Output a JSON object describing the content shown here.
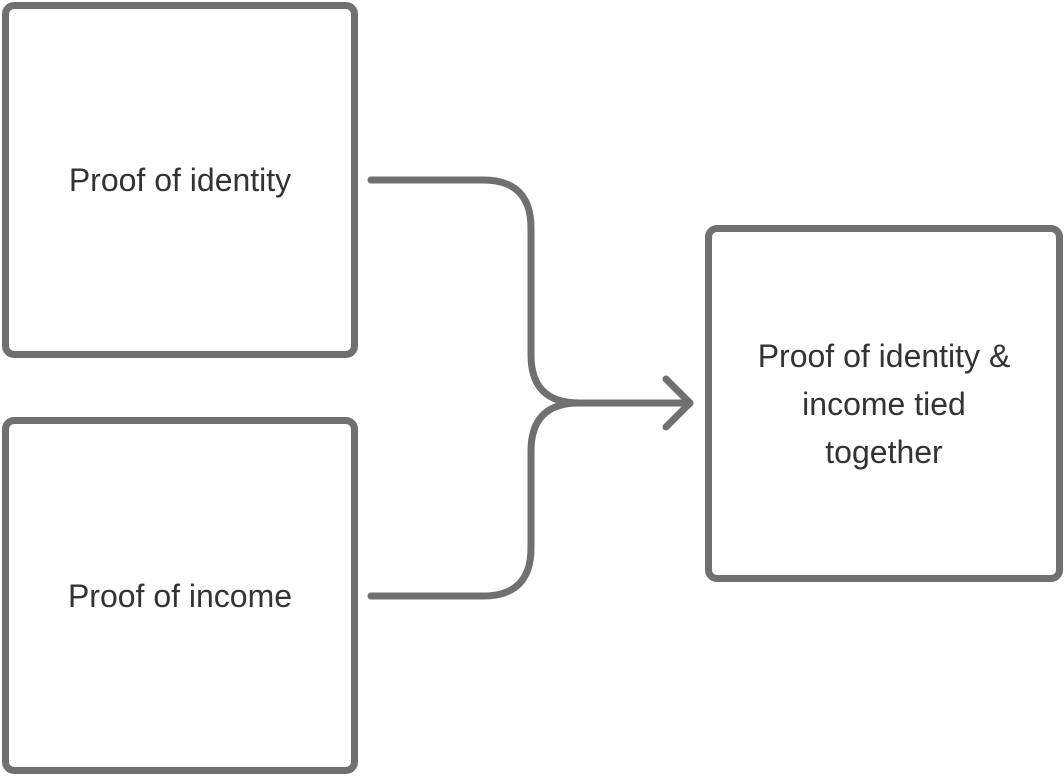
{
  "diagram": {
    "nodes": {
      "identity": "Proof of identity",
      "income": "Proof of income",
      "result": "Proof of identity & income tied together"
    },
    "edges": [
      {
        "from": "identity",
        "to": "result"
      },
      {
        "from": "income",
        "to": "result"
      }
    ],
    "colors": {
      "stroke": "#707070",
      "text": "#333333",
      "background": "#ffffff"
    }
  }
}
